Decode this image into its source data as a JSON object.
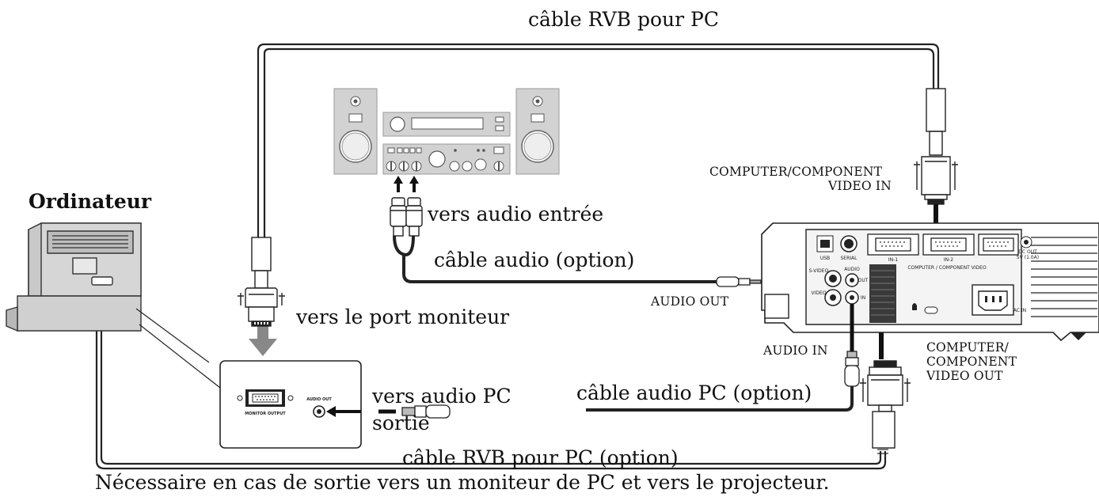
{
  "labels": {
    "top_cable": "câble RVB pour PC",
    "computer": "Ordinateur",
    "audio_in_target": "vers audio entrée",
    "audio_cable": "câble audio (option)",
    "audio_out": "AUDIO OUT",
    "monitor_port": "vers le port moniteur",
    "audio_in": "AUDIO IN",
    "computer_component_in_1": "COMPUTER/COMPONENT",
    "computer_component_in_2": "VIDEO IN",
    "computer_component_out_1": "COMPUTER/",
    "computer_component_out_2": "COMPONENT",
    "computer_component_out_3": "VIDEO OUT",
    "pc_audio_out_1": "vers audio PC",
    "pc_audio_out_2": "sortie",
    "pc_audio_cable": "câble audio PC (option)",
    "bottom_cable": "câble RVB pour PC (option)",
    "footnote": "Nécessaire en cas de sortie vers un moniteur de PC et vers le projecteur."
  },
  "panel_labels": {
    "monitor_output": "MONITOR OUTPUT",
    "panel_audio_out": "AUDIO OUT"
  },
  "projector_labels": {
    "usb": "USB",
    "serial": "SERIAL",
    "in1": "IN-1",
    "in2": "IN-2",
    "computer_component_video": "COMPUTER / COMPONENT VIDEO",
    "dc_out": "DC OUT",
    "dc_out_rating": "5V (1.0A)",
    "s_video": "S-VIDEO",
    "video": "VIDEO",
    "audio": "AUDIO",
    "out": "OUT",
    "in": "IN",
    "ac_in": "AC IN"
  }
}
